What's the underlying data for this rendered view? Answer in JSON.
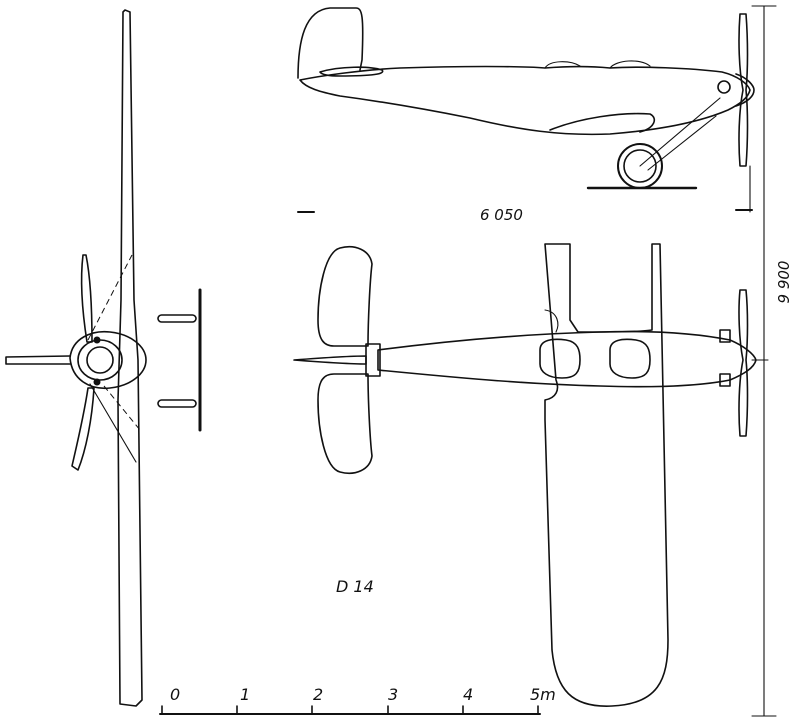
{
  "labels": {
    "length_dimension": "6 050",
    "span_dimension": "9 900",
    "model": "D 14"
  },
  "scale_bar": {
    "ticks": [
      "0",
      "1",
      "2",
      "3",
      "4",
      "5m"
    ]
  }
}
